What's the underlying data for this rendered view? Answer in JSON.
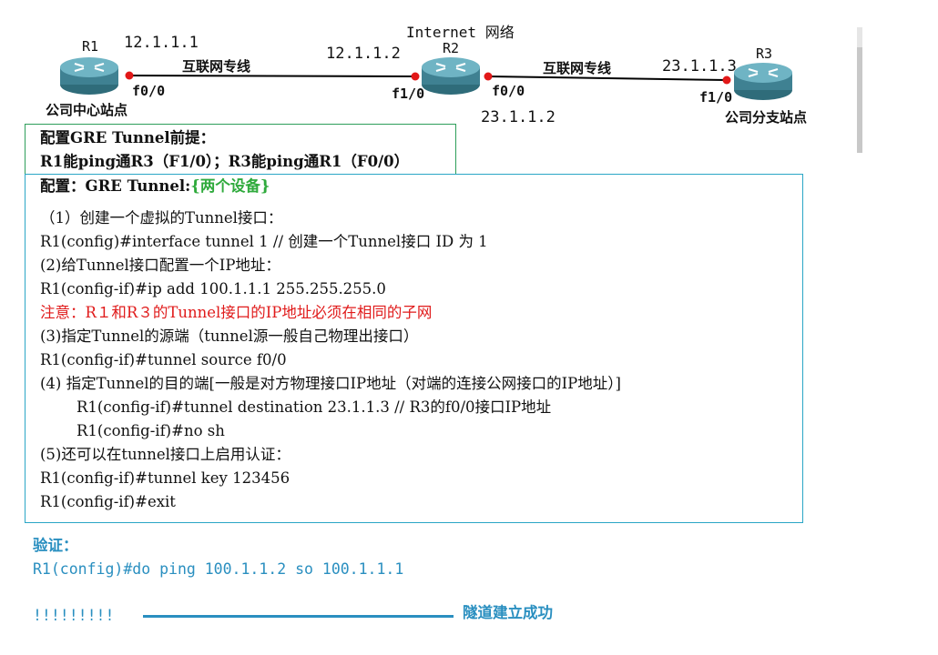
{
  "topology": {
    "internet_label": "Internet 网络",
    "links": [
      {
        "label": "互联网专线"
      },
      {
        "label": "互联网专线"
      }
    ],
    "routers": [
      {
        "name": "R1",
        "site": "公司中心站点",
        "ip": "12.1.1.1",
        "iface": "f0/0"
      },
      {
        "name": "R2",
        "ip_left": "12.1.1.2",
        "ip_right": "23.1.1.2",
        "iface_left": "f1/0",
        "iface_right": "f0/0"
      },
      {
        "name": "R3",
        "site": "公司分支站点",
        "ip": "23.1.1.3",
        "iface": "f1/0"
      }
    ],
    "colors": {
      "link_line": "#000000",
      "port_dot": "#e21818",
      "router_body": "#4c8f9e"
    }
  },
  "prereq": {
    "line1": "配置GRE Tunnel前提：",
    "line2": "R1能ping通R3（F1/0）；R3能ping通R1（F0/0）",
    "border_color": "#2e9e5a"
  },
  "config": {
    "title": "配置：GRE Tunnel:",
    "title_note": "{两个设备}",
    "title_note_color": "#2faa3c",
    "border_color": "#2aa6c6",
    "lines": [
      {
        "text": " （1）创建一个虚拟的Tunnel接口：",
        "indent": 0,
        "color": "#111111"
      },
      {
        "text": "R1(config)#interface tunnel 1 // 创建一个Tunnel接口 ID 为 1",
        "indent": 0,
        "color": "#111111"
      },
      {
        "text": " (2)给Tunnel接口配置一个IP地址：",
        "indent": 0,
        "color": "#111111"
      },
      {
        "text": "R1(config-if)#ip add 100.1.1.1 255.255.255.0",
        "indent": 0,
        "color": "#111111"
      },
      {
        "text": "注意：R１和R３的Tunnel接口的IP地址必须在相同的子网",
        "indent": 0,
        "color": "#e01b1b"
      },
      {
        "text": "(3)指定Tunnel的源端（tunnel源一般自己物理出接口）",
        "indent": 0,
        "color": "#111111"
      },
      {
        "text": "R1(config-if)#tunnel source f0/0",
        "indent": 0,
        "color": "#111111"
      },
      {
        "text": "(4) 指定Tunnel的目的端[一般是对方物理接口IP地址（对端的连接公网接口的IP地址）]",
        "indent": 0,
        "color": "#111111"
      },
      {
        "text": "R1(config-if)#tunnel destination 23.1.1.3 // R3的f0/0接口IP地址",
        "indent": 1,
        "color": "#111111"
      },
      {
        "text": "R1(config-if)#no sh",
        "indent": 1,
        "color": "#111111"
      },
      {
        "text": "(5)还可以在tunnel接口上启用认证：",
        "indent": 0,
        "color": "#111111"
      },
      {
        "text": "R1(config-if)#tunnel key 123456",
        "indent": 0,
        "color": "#111111"
      },
      {
        "text": "R1(config-if)#exit",
        "indent": 0,
        "color": "#111111"
      }
    ]
  },
  "verify": {
    "title": "验证：",
    "command": "R1(config)#do ping 100.1.1.2 so 100.1.1.1",
    "result": "!!!!!!!!!",
    "success": "隧道建立成功",
    "color": "#2a8fc0"
  }
}
